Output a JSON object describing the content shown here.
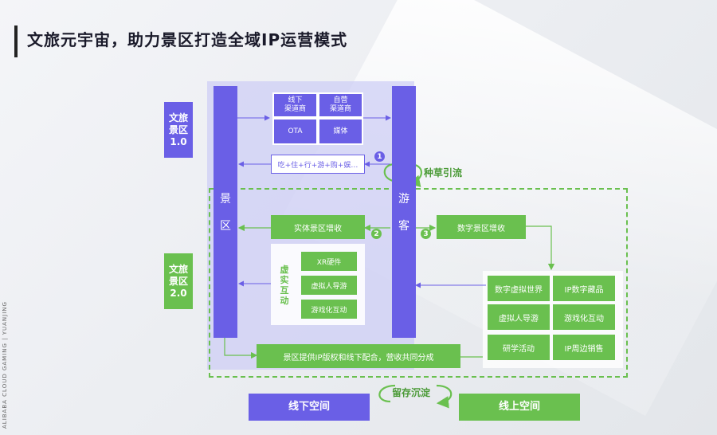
{
  "title": "文旅元宇宙，助力景区打造全域IP运营模式",
  "side_text": "ALIBABA CLOUD GAMING | YUANJING",
  "version_1": [
    "文旅",
    "景区",
    "1.0"
  ],
  "version_2": [
    "文旅",
    "景区",
    "2.0"
  ],
  "pillar_left": [
    "景",
    "区"
  ],
  "pillar_right": [
    "游",
    "客"
  ],
  "channels": {
    "offline_dealer": [
      "线下",
      "渠道商"
    ],
    "self_dealer": [
      "自营",
      "渠道商"
    ],
    "ota": "OTA",
    "media": "媒体"
  },
  "consumption": "吃+住+行+游+购+娱…",
  "badges": [
    "1",
    "2",
    "3"
  ],
  "grass_flow": "种草引流",
  "physical_revenue": "实体景区增收",
  "digital_revenue": "数字景区增收",
  "virtual_label": "虚实互动",
  "virtual_items": [
    "XR硬件",
    "虚拟人导游",
    "游戏化互动"
  ],
  "digital_items": [
    "数字虚拟世界",
    "IP数字藏品",
    "虚拟人导游",
    "游戏化互动",
    "研学活动",
    "IP周边销售"
  ],
  "ip_cooperation": "景区提供IP版权和线下配合，营收共同分成",
  "retain_flow": "留存沉淀",
  "offline_space": "线下空间",
  "online_space": "线上空间",
  "colors": {
    "purple": "#6a5fe6",
    "green": "#6ac04f",
    "dark": "#1a1a2a"
  }
}
